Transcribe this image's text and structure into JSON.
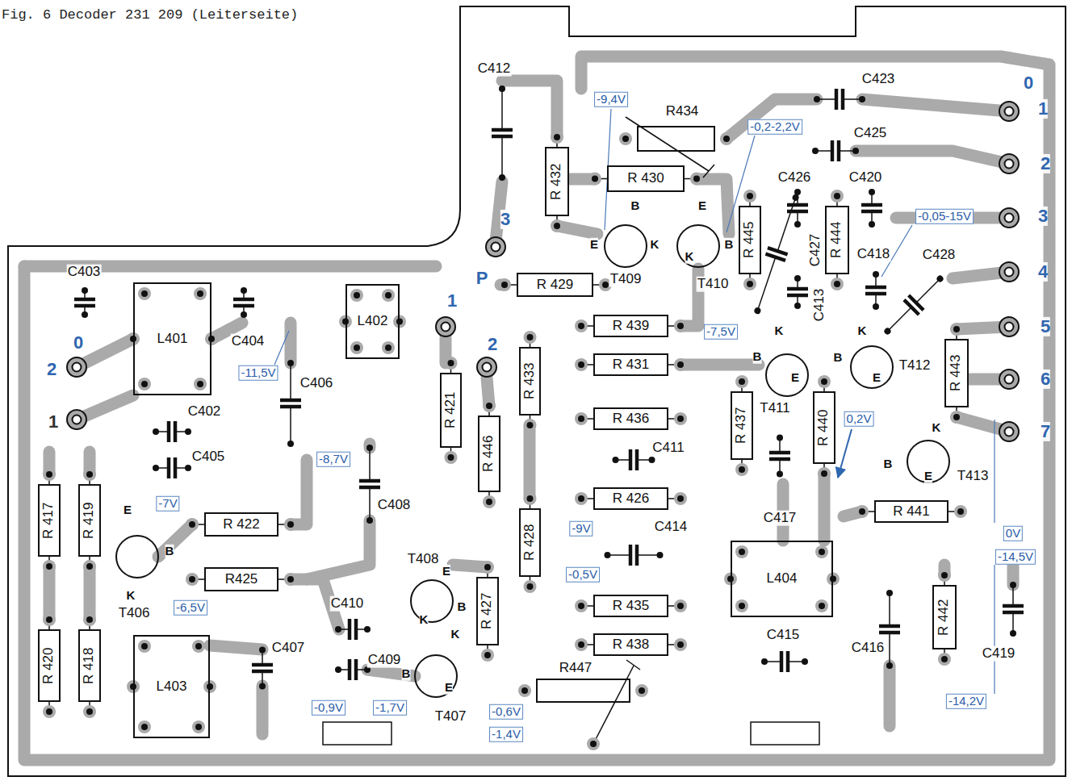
{
  "diagram": {
    "title": "Fig. 6  Decoder 231 209 (Leiterseite)",
    "nodes": [
      {
        "text": [
          "R 432"
        ]
      },
      {
        "text": [
          "R 430"
        ]
      },
      {
        "text": [
          "R 445"
        ]
      },
      {
        "text": [
          "R 444"
        ]
      },
      {
        "text": [
          "R 429"
        ]
      },
      {
        "text": [
          "L401"
        ]
      },
      {
        "text": [
          "L402"
        ]
      },
      {
        "text": [
          "R 439"
        ]
      },
      {
        "text": [
          "R 431"
        ]
      },
      {
        "text": [
          "R 433"
        ]
      },
      {
        "text": [
          "R 421"
        ]
      },
      {
        "text": [
          "R 436"
        ]
      },
      {
        "text": [
          "R 446"
        ]
      },
      {
        "text": [
          "R 437"
        ]
      },
      {
        "text": [
          "R 440"
        ]
      },
      {
        "text": [
          "R 443"
        ]
      },
      {
        "text": [
          "R 426"
        ]
      },
      {
        "text": [
          "R 441"
        ]
      },
      {
        "text": [
          "R 417"
        ]
      },
      {
        "text": [
          "R 419"
        ]
      },
      {
        "text": [
          "R 422"
        ]
      },
      {
        "text": [
          "R 428"
        ]
      },
      {
        "text": [
          "L404"
        ]
      },
      {
        "text": [
          "R425"
        ]
      },
      {
        "text": [
          "R 427"
        ]
      },
      {
        "text": [
          "R 435"
        ]
      },
      {
        "text": [
          "R 438"
        ]
      },
      {
        "text": [
          "R 442"
        ]
      },
      {
        "text": [
          "L403"
        ]
      },
      {
        "text": [
          "R 420"
        ]
      },
      {
        "text": [
          "R 418"
        ]
      }
    ],
    "labels": [
      "C412",
      "-9,4V",
      "R434",
      "-0,2-2,2V",
      "C423",
      "0",
      "1",
      "C425",
      "2",
      "C426",
      "C420",
      "B",
      "E",
      "-0,05-15V",
      "3",
      "3",
      "E",
      "K",
      "B",
      "C427",
      "C418",
      "C428",
      "K",
      "T409",
      "T410",
      "C403",
      "P",
      "C413",
      "4",
      "1",
      "C404",
      "-7,5V",
      "K",
      "K",
      "5",
      "0",
      "2",
      "B",
      "B",
      "T412",
      "2",
      "-11,5V",
      "C406",
      "E",
      "E",
      "6",
      "T411",
      "C402",
      "0,2V",
      "1",
      "K",
      "7",
      "C411",
      "C405",
      "-8,7V",
      "B",
      "E",
      "T413",
      "-7V",
      "C408",
      "E",
      "C417",
      "C414",
      "-9V",
      "0V",
      "B",
      "T408",
      "-14,5V",
      "-0,5V",
      "E",
      "K",
      "C410",
      "B",
      "-6,5V",
      "T406",
      "K",
      "C415",
      "K",
      "C407",
      "C416",
      "C419",
      "C409",
      "R447",
      "B",
      "E",
      "-14,2V",
      "-0,9V",
      "-1,7V",
      "-0,6V",
      "T407",
      "-1,4V"
    ]
  }
}
